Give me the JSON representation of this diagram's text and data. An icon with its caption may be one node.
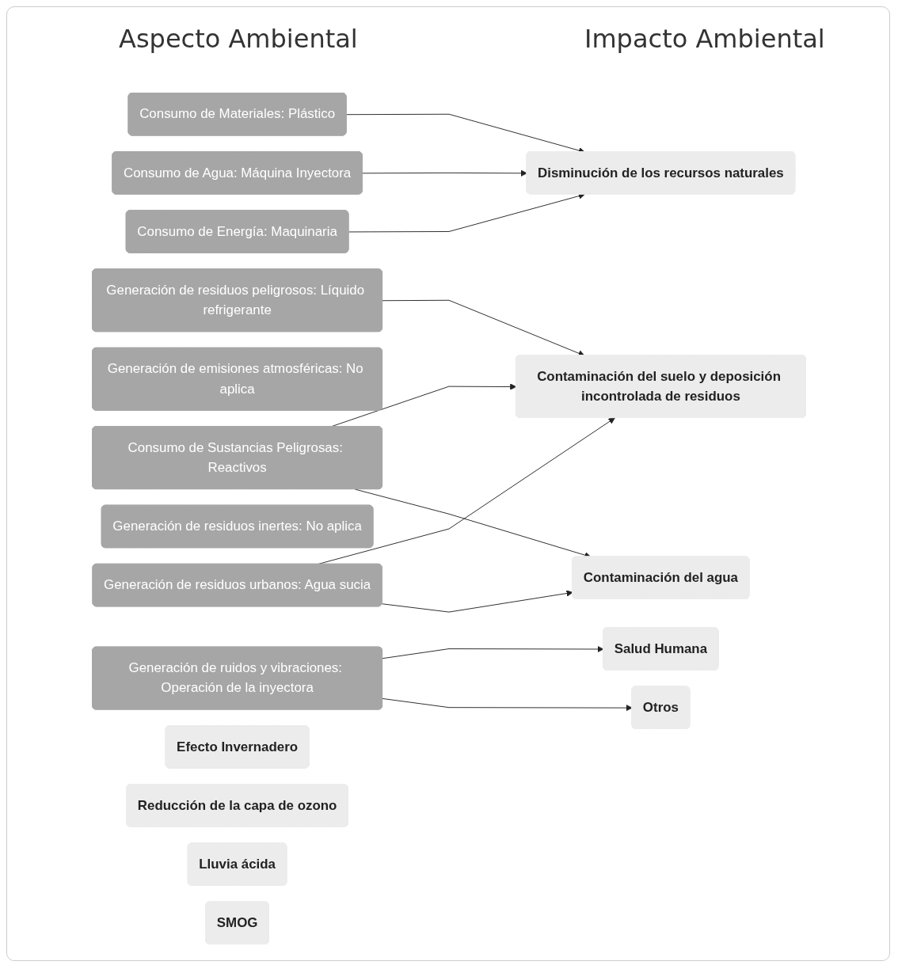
{
  "diagram": {
    "nodes": [
      {
        "text": [
          "Consumo de Materiales: Plástico"
        ]
      },
      {
        "text": [
          "Consumo de Sustancias Peligrosas: Reactivos"
        ]
      },
      {
        "text": [
          "Consumo de Agua: Máquina Inyectora"
        ]
      },
      {
        "text": [
          "Consumo de Energía: Maquinaria"
        ]
      },
      {
        "text": [
          "Generación de emisiones atmosféricas: No aplica"
        ]
      },
      {
        "text": [
          "Generación de residuos peligrosos: Líquido refrigerante"
        ]
      },
      {
        "text": [
          "Generación de residuos inertes: No aplica"
        ]
      },
      {
        "text": [
          "Generación de residuos urbanos: Agua sucia"
        ]
      },
      {
        "text": [
          "Generación de ruidos y vibraciones: Operación de la inyectora"
        ]
      },
      {
        "text": [
          "Disminución de los recursos naturales"
        ]
      },
      {
        "text": [
          "Efecto Invernadero"
        ]
      },
      {
        "text": [
          "Reducción de la capa de ozono"
        ]
      },
      {
        "text": [
          "Lluvia ácida"
        ]
      },
      {
        "text": [
          "SMOG"
        ]
      },
      {
        "text": [
          "Contaminación del suelo y deposición incontrolada de residuos"
        ]
      },
      {
        "text": [
          "Contaminación del agua"
        ]
      },
      {
        "text": [
          "Salud Humana"
        ]
      },
      {
        "text": [
          "Otros"
        ]
      }
    ],
    "edges": [
      {
        "from": 0,
        "to": 9,
        "arrow": "to"
      },
      {
        "from": 1,
        "to": 14,
        "arrow": "to"
      },
      {
        "from": 1,
        "to": 15,
        "arrow": "to"
      },
      {
        "from": 2,
        "to": 9,
        "arrow": "to"
      },
      {
        "from": 3,
        "to": 9,
        "arrow": "to"
      },
      {
        "from": 5,
        "to": 14,
        "arrow": "to"
      },
      {
        "from": 7,
        "to": 14,
        "arrow": "to"
      },
      {
        "from": 7,
        "to": 15,
        "arrow": "to"
      },
      {
        "from": 8,
        "to": 16,
        "arrow": "to"
      },
      {
        "from": 8,
        "to": 17,
        "arrow": "to"
      }
    ],
    "labels": [
      "Aspecto Ambiental",
      "Impacto Ambiental"
    ]
  }
}
